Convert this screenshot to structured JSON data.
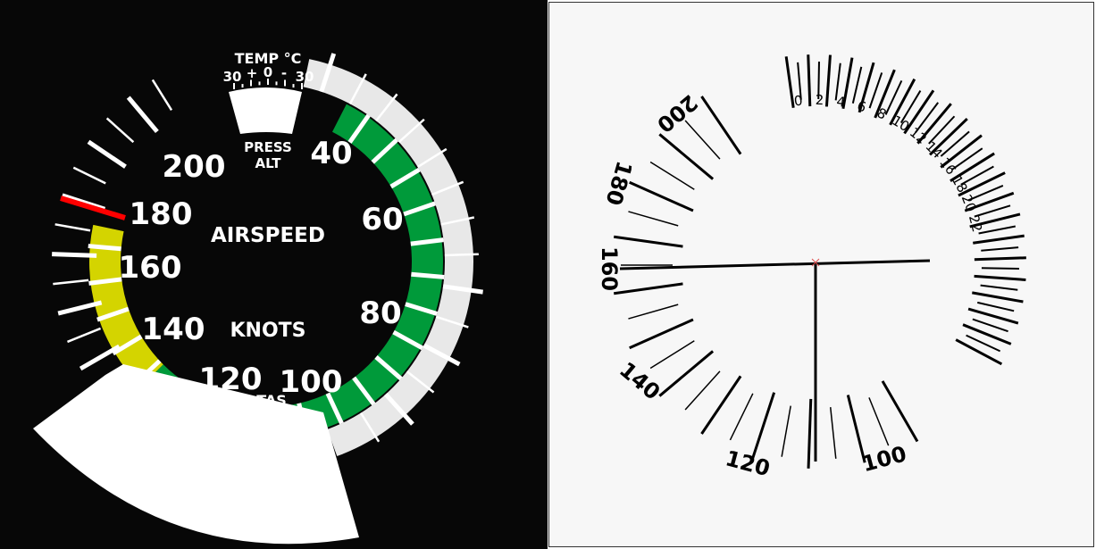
{
  "left_instrument": {
    "title": "AIRSPEED",
    "units": "KNOTS",
    "tas_label": "TAS",
    "temp_label": "TEMP °C",
    "temp_scale": [
      "30",
      "+",
      "0",
      "-",
      "30"
    ],
    "press_alt_label": [
      "PRESS",
      "ALT"
    ],
    "speed_labels": [
      "40",
      "60",
      "80",
      "100",
      "120",
      "140",
      "160",
      "180",
      "200"
    ],
    "colors": {
      "background": "#070707",
      "green_arc": "#009a3a",
      "yellow_arc": "#d4d400",
      "red_line": "#ff0000",
      "outer_band": "#e8e8e8",
      "face_text": "#ffffff"
    }
  },
  "right_instrument": {
    "speed_labels": [
      "100",
      "120",
      "140",
      "160",
      "180",
      "200"
    ],
    "scale_labels": [
      "0",
      "2",
      "4",
      "6",
      "8",
      "10",
      "12",
      "14",
      "16",
      "18",
      "20",
      "22"
    ],
    "colors": {
      "background": "#f7f7f7",
      "ink": "#000000",
      "center_mark": "#ff0000"
    }
  }
}
